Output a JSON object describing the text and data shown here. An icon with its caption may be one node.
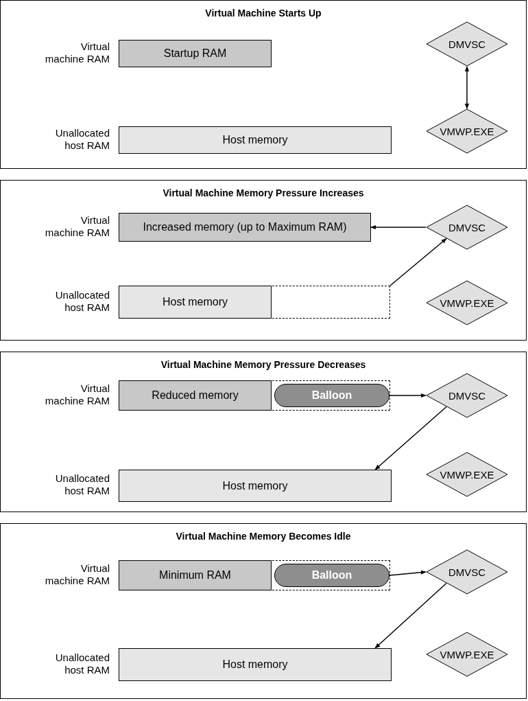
{
  "diagram": {
    "nodes": [
      {
        "text": [
          "Virtual Machine Starts Up"
        ]
      },
      {
        "text": [
          "Startup RAM"
        ],
        "in": 0
      },
      {
        "text": [
          "Host memory"
        ],
        "in": 0
      },
      {
        "text": [
          "DMVSC"
        ],
        "in": 0
      },
      {
        "text": [
          "VMWP.EXE"
        ],
        "in": 0
      },
      {
        "text": [
          "Virtual Machine Memory Pressure Increases"
        ]
      },
      {
        "text": [
          "Increased memory (up to Maximum RAM)"
        ],
        "in": 5
      },
      {
        "text": [],
        "shape": "box",
        "in": 5
      },
      {
        "text": [
          "Host memory"
        ],
        "in": 7
      },
      {
        "text": [
          "DMVSC"
        ],
        "in": 5
      },
      {
        "text": [
          "VMWP.EXE"
        ],
        "in": 5
      },
      {
        "text": [
          "Virtual Machine Memory Pressure Decreases"
        ]
      },
      {
        "text": [],
        "shape": "box",
        "in": 11
      },
      {
        "text": [
          "Reduced memory"
        ],
        "in": 12
      },
      {
        "text": [
          "Balloon"
        ],
        "in": 12
      },
      {
        "text": [
          "DMVSC"
        ],
        "in": 11
      },
      {
        "text": [
          "Host memory"
        ],
        "in": 11
      },
      {
        "text": [
          "VMWP.EXE"
        ],
        "in": 11
      },
      {
        "text": [
          "Virtual Machine Memory Becomes Idle"
        ]
      },
      {
        "text": [],
        "shape": "box",
        "in": 18
      },
      {
        "text": [
          "Minimum RAM"
        ],
        "in": 19
      },
      {
        "text": [
          "Balloon"
        ],
        "in": 19
      },
      {
        "text": [
          "DMVSC"
        ],
        "in": 18
      },
      {
        "text": [
          "Host memory"
        ],
        "in": 18
      },
      {
        "text": [
          "VMWP.EXE"
        ],
        "in": 18
      }
    ],
    "edges": [
      {
        "from": 3,
        "to": 4,
        "arrow": "both"
      },
      {
        "from": 9,
        "to": 6,
        "arrow": "to"
      },
      {
        "from": 7,
        "to": 9,
        "arrow": "to"
      },
      {
        "from": 14,
        "to": 15,
        "arrow": "to"
      },
      {
        "from": 15,
        "to": 16,
        "arrow": "to"
      },
      {
        "from": 21,
        "to": 22,
        "arrow": "to"
      },
      {
        "from": 22,
        "to": 23,
        "arrow": "to"
      }
    ],
    "labels": [
      "Virtual machine RAM",
      "Unallocated host RAM",
      "Virtual machine RAM",
      "Unallocated host RAM",
      "Virtual machine RAM",
      "Unallocated host RAM",
      "Virtual machine RAM",
      "Unallocated host RAM"
    ]
  }
}
